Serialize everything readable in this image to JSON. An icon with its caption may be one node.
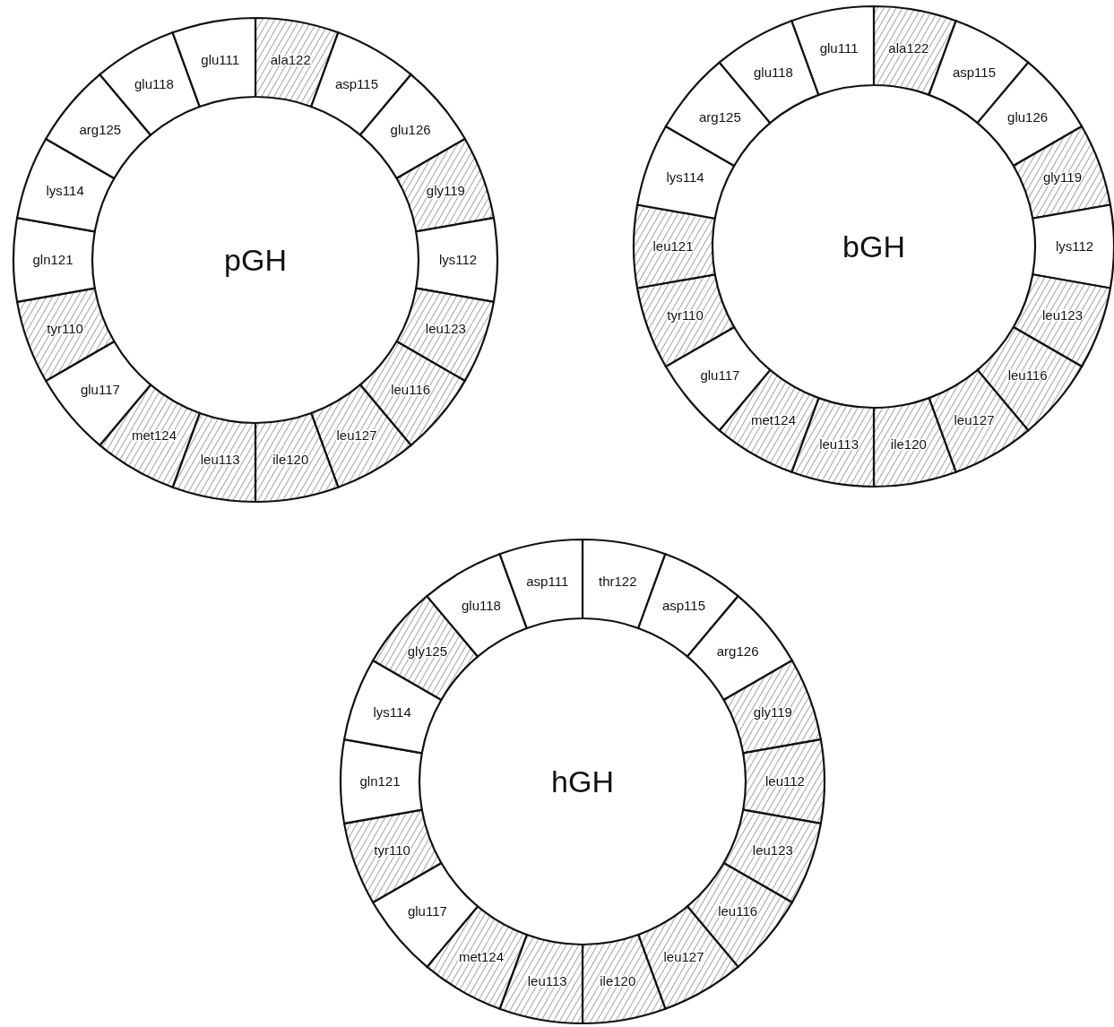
{
  "diagram": {
    "nodes": [
      {
        "text": [
          "pGH"
        ]
      },
      {
        "text": [
          "ala122"
        ]
      },
      {
        "text": [
          "asp115"
        ]
      },
      {
        "text": [
          "glu126"
        ]
      },
      {
        "text": [
          "gly119"
        ]
      },
      {
        "text": [
          "lys112"
        ]
      },
      {
        "text": [
          "leu123"
        ]
      },
      {
        "text": [
          "leu116"
        ]
      },
      {
        "text": [
          "leu127"
        ]
      },
      {
        "text": [
          "ile120"
        ]
      },
      {
        "text": [
          "leu113"
        ]
      },
      {
        "text": [
          "met124"
        ]
      },
      {
        "text": [
          "glu117"
        ]
      },
      {
        "text": [
          "tyr110"
        ]
      },
      {
        "text": [
          "gln121"
        ]
      },
      {
        "text": [
          "lys114"
        ]
      },
      {
        "text": [
          "arg125"
        ]
      },
      {
        "text": [
          "glu118"
        ]
      },
      {
        "text": [
          "glu111"
        ]
      },
      {
        "text": [
          "bGH"
        ]
      },
      {
        "text": [
          "ala122"
        ]
      },
      {
        "text": [
          "asp115"
        ]
      },
      {
        "text": [
          "glu126"
        ]
      },
      {
        "text": [
          "gly119"
        ]
      },
      {
        "text": [
          "lys112"
        ]
      },
      {
        "text": [
          "leu123"
        ]
      },
      {
        "text": [
          "leu116"
        ]
      },
      {
        "text": [
          "leu127"
        ]
      },
      {
        "text": [
          "ile120"
        ]
      },
      {
        "text": [
          "leu113"
        ]
      },
      {
        "text": [
          "met124"
        ]
      },
      {
        "text": [
          "glu117"
        ]
      },
      {
        "text": [
          "tyr110"
        ]
      },
      {
        "text": [
          "leu121"
        ]
      },
      {
        "text": [
          "lys114"
        ]
      },
      {
        "text": [
          "arg125"
        ]
      },
      {
        "text": [
          "glu118"
        ]
      },
      {
        "text": [
          "glu111"
        ]
      },
      {
        "text": [
          "hGH"
        ]
      },
      {
        "text": [
          "thr122"
        ]
      },
      {
        "text": [
          "asp115"
        ]
      },
      {
        "text": [
          "arg126"
        ]
      },
      {
        "text": [
          "gly119"
        ]
      },
      {
        "text": [
          "leu112"
        ]
      },
      {
        "text": [
          "leu123"
        ]
      },
      {
        "text": [
          "leu116"
        ]
      },
      {
        "text": [
          "leu127"
        ]
      },
      {
        "text": [
          "ile120"
        ]
      },
      {
        "text": [
          "leu113"
        ]
      },
      {
        "text": [
          "met124"
        ]
      },
      {
        "text": [
          "glu117"
        ]
      },
      {
        "text": [
          "tyr110"
        ]
      },
      {
        "text": [
          "gln121"
        ]
      },
      {
        "text": [
          "lys114"
        ]
      },
      {
        "text": [
          "gly125"
        ]
      },
      {
        "text": [
          "glu118"
        ]
      },
      {
        "text": [
          "asp111"
        ]
      }
    ]
  }
}
